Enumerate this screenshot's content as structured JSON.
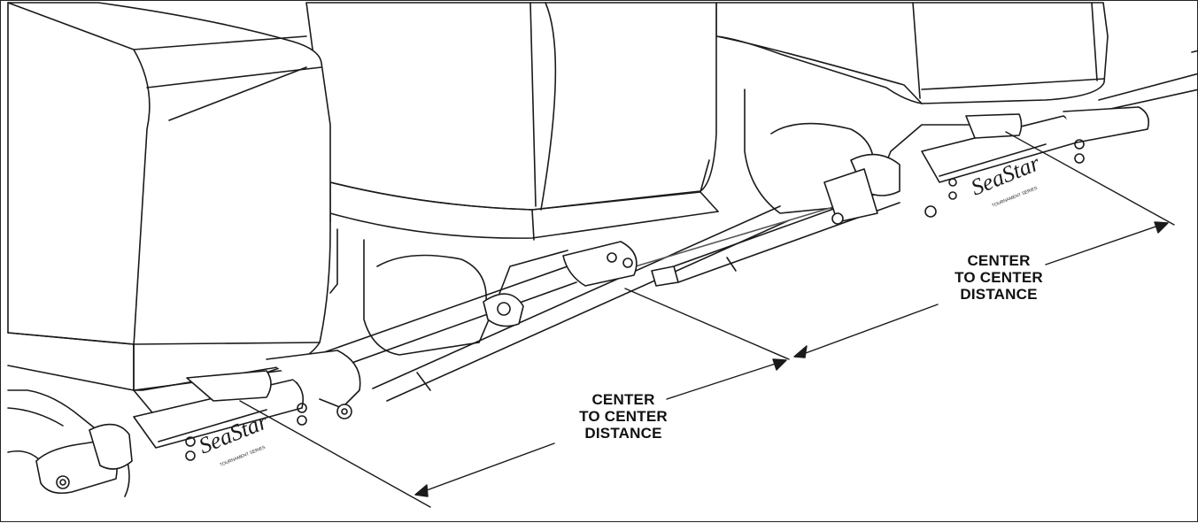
{
  "labels": {
    "right": [
      "CENTER",
      "TO CENTER",
      "DISTANCE"
    ],
    "left": [
      "CENTER",
      "TO CENTER",
      "DISTANCE"
    ]
  },
  "brand": {
    "logo_text": "SeaStar",
    "series_text": "TOURNAMENT SERIES"
  },
  "colors": {
    "line": "#1a1a1a",
    "light_line": "#555555",
    "fill": "#ffffff",
    "shade": "#e6e6e6"
  }
}
